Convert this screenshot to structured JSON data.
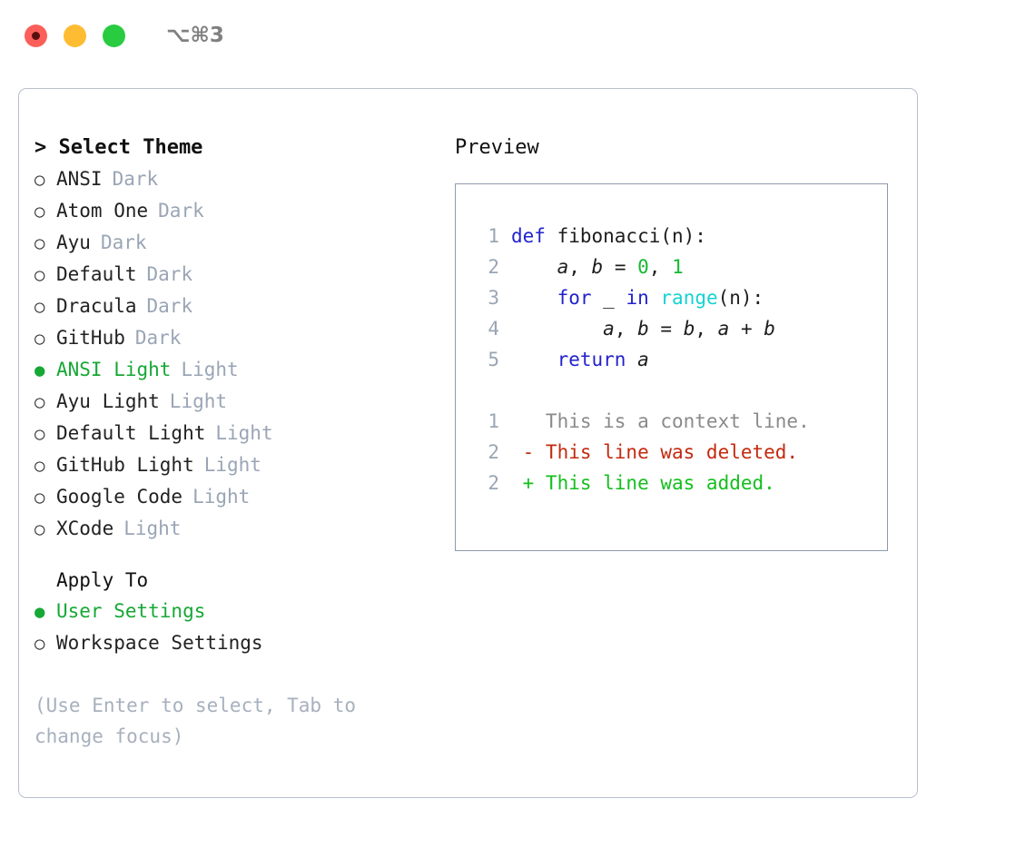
{
  "titlebar": {
    "title": "⌥⌘3",
    "buttons": [
      {
        "name": "close",
        "color": "#fc5f5a"
      },
      {
        "name": "minimize",
        "color": "#fdbc32"
      },
      {
        "name": "maximize",
        "color": "#29cc41"
      }
    ]
  },
  "colors": {
    "selected_green": "#16a835",
    "muted_gray": "#9aa5b5",
    "hint_gray": "#a7b0be",
    "diff_add": "#14bf1e",
    "diff_del": "#c42a0f",
    "keyword_blue": "#2222cc",
    "builtin_cyan": "#17d2d2",
    "number_green": "#16b832",
    "panel_border": "#b9c0cc",
    "preview_border": "#8d9aab"
  },
  "theme_panel": {
    "header": "> Select Theme",
    "options": [
      {
        "bullet": "○",
        "label": "ANSI",
        "tag": "Dark",
        "selected": false
      },
      {
        "bullet": "○",
        "label": "Atom One",
        "tag": "Dark",
        "selected": false
      },
      {
        "bullet": "○",
        "label": "Ayu",
        "tag": "Dark",
        "selected": false
      },
      {
        "bullet": "○",
        "label": "Default",
        "tag": "Dark",
        "selected": false
      },
      {
        "bullet": "○",
        "label": "Dracula",
        "tag": "Dark",
        "selected": false
      },
      {
        "bullet": "○",
        "label": "GitHub",
        "tag": "Dark",
        "selected": false
      },
      {
        "bullet": "●",
        "label": "ANSI Light",
        "tag": "Light",
        "selected": true
      },
      {
        "bullet": "○",
        "label": "Ayu Light",
        "tag": "Light",
        "selected": false
      },
      {
        "bullet": "○",
        "label": "Default Light",
        "tag": "Light",
        "selected": false
      },
      {
        "bullet": "○",
        "label": "GitHub Light",
        "tag": "Light",
        "selected": false
      },
      {
        "bullet": "○",
        "label": "Google Code",
        "tag": "Light",
        "selected": false
      },
      {
        "bullet": "○",
        "label": "XCode",
        "tag": "Light",
        "selected": false
      }
    ]
  },
  "apply_to": {
    "header": "Apply To",
    "options": [
      {
        "bullet": "●",
        "label": "User Settings",
        "selected": true
      },
      {
        "bullet": "○",
        "label": "Workspace Settings",
        "selected": false
      }
    ]
  },
  "hint": "(Use Enter to select, Tab to change focus)",
  "preview": {
    "title": "Preview",
    "code_lines": [
      {
        "num": "1",
        "tokens": [
          {
            "t": "def ",
            "k": "kw"
          },
          {
            "t": "fibonacci",
            "k": "fn"
          },
          {
            "t": "(n):",
            "k": "txt"
          }
        ]
      },
      {
        "num": "2",
        "tokens": [
          {
            "t": "    ",
            "k": "txt"
          },
          {
            "t": "a",
            "k": "var"
          },
          {
            "t": ", ",
            "k": "txt"
          },
          {
            "t": "b",
            "k": "var"
          },
          {
            "t": " = ",
            "k": "txt"
          },
          {
            "t": "0",
            "k": "num"
          },
          {
            "t": ", ",
            "k": "txt"
          },
          {
            "t": "1",
            "k": "num"
          }
        ]
      },
      {
        "num": "3",
        "tokens": [
          {
            "t": "    ",
            "k": "txt"
          },
          {
            "t": "for",
            "k": "kw"
          },
          {
            "t": " _ ",
            "k": "txt"
          },
          {
            "t": "in",
            "k": "kw"
          },
          {
            "t": " ",
            "k": "txt"
          },
          {
            "t": "range",
            "k": "bi"
          },
          {
            "t": "(n):",
            "k": "txt"
          }
        ]
      },
      {
        "num": "4",
        "tokens": [
          {
            "t": "        ",
            "k": "txt"
          },
          {
            "t": "a",
            "k": "var"
          },
          {
            "t": ", ",
            "k": "txt"
          },
          {
            "t": "b",
            "k": "var"
          },
          {
            "t": " = ",
            "k": "txt"
          },
          {
            "t": "b",
            "k": "var"
          },
          {
            "t": ", ",
            "k": "txt"
          },
          {
            "t": "a",
            "k": "var"
          },
          {
            "t": " + ",
            "k": "txt"
          },
          {
            "t": "b",
            "k": "var"
          }
        ]
      },
      {
        "num": "5",
        "tokens": [
          {
            "t": "    ",
            "k": "txt"
          },
          {
            "t": "return",
            "k": "kw"
          },
          {
            "t": " ",
            "k": "txt"
          },
          {
            "t": "a",
            "k": "var"
          }
        ]
      }
    ],
    "diff_lines": [
      {
        "num": "1",
        "marker": " ",
        "text": "This is a context line.",
        "kind": "context"
      },
      {
        "num": "2",
        "marker": "-",
        "text": "This line was deleted.",
        "kind": "deleted"
      },
      {
        "num": "2",
        "marker": "+",
        "text": "This line was added.",
        "kind": "added"
      }
    ]
  }
}
